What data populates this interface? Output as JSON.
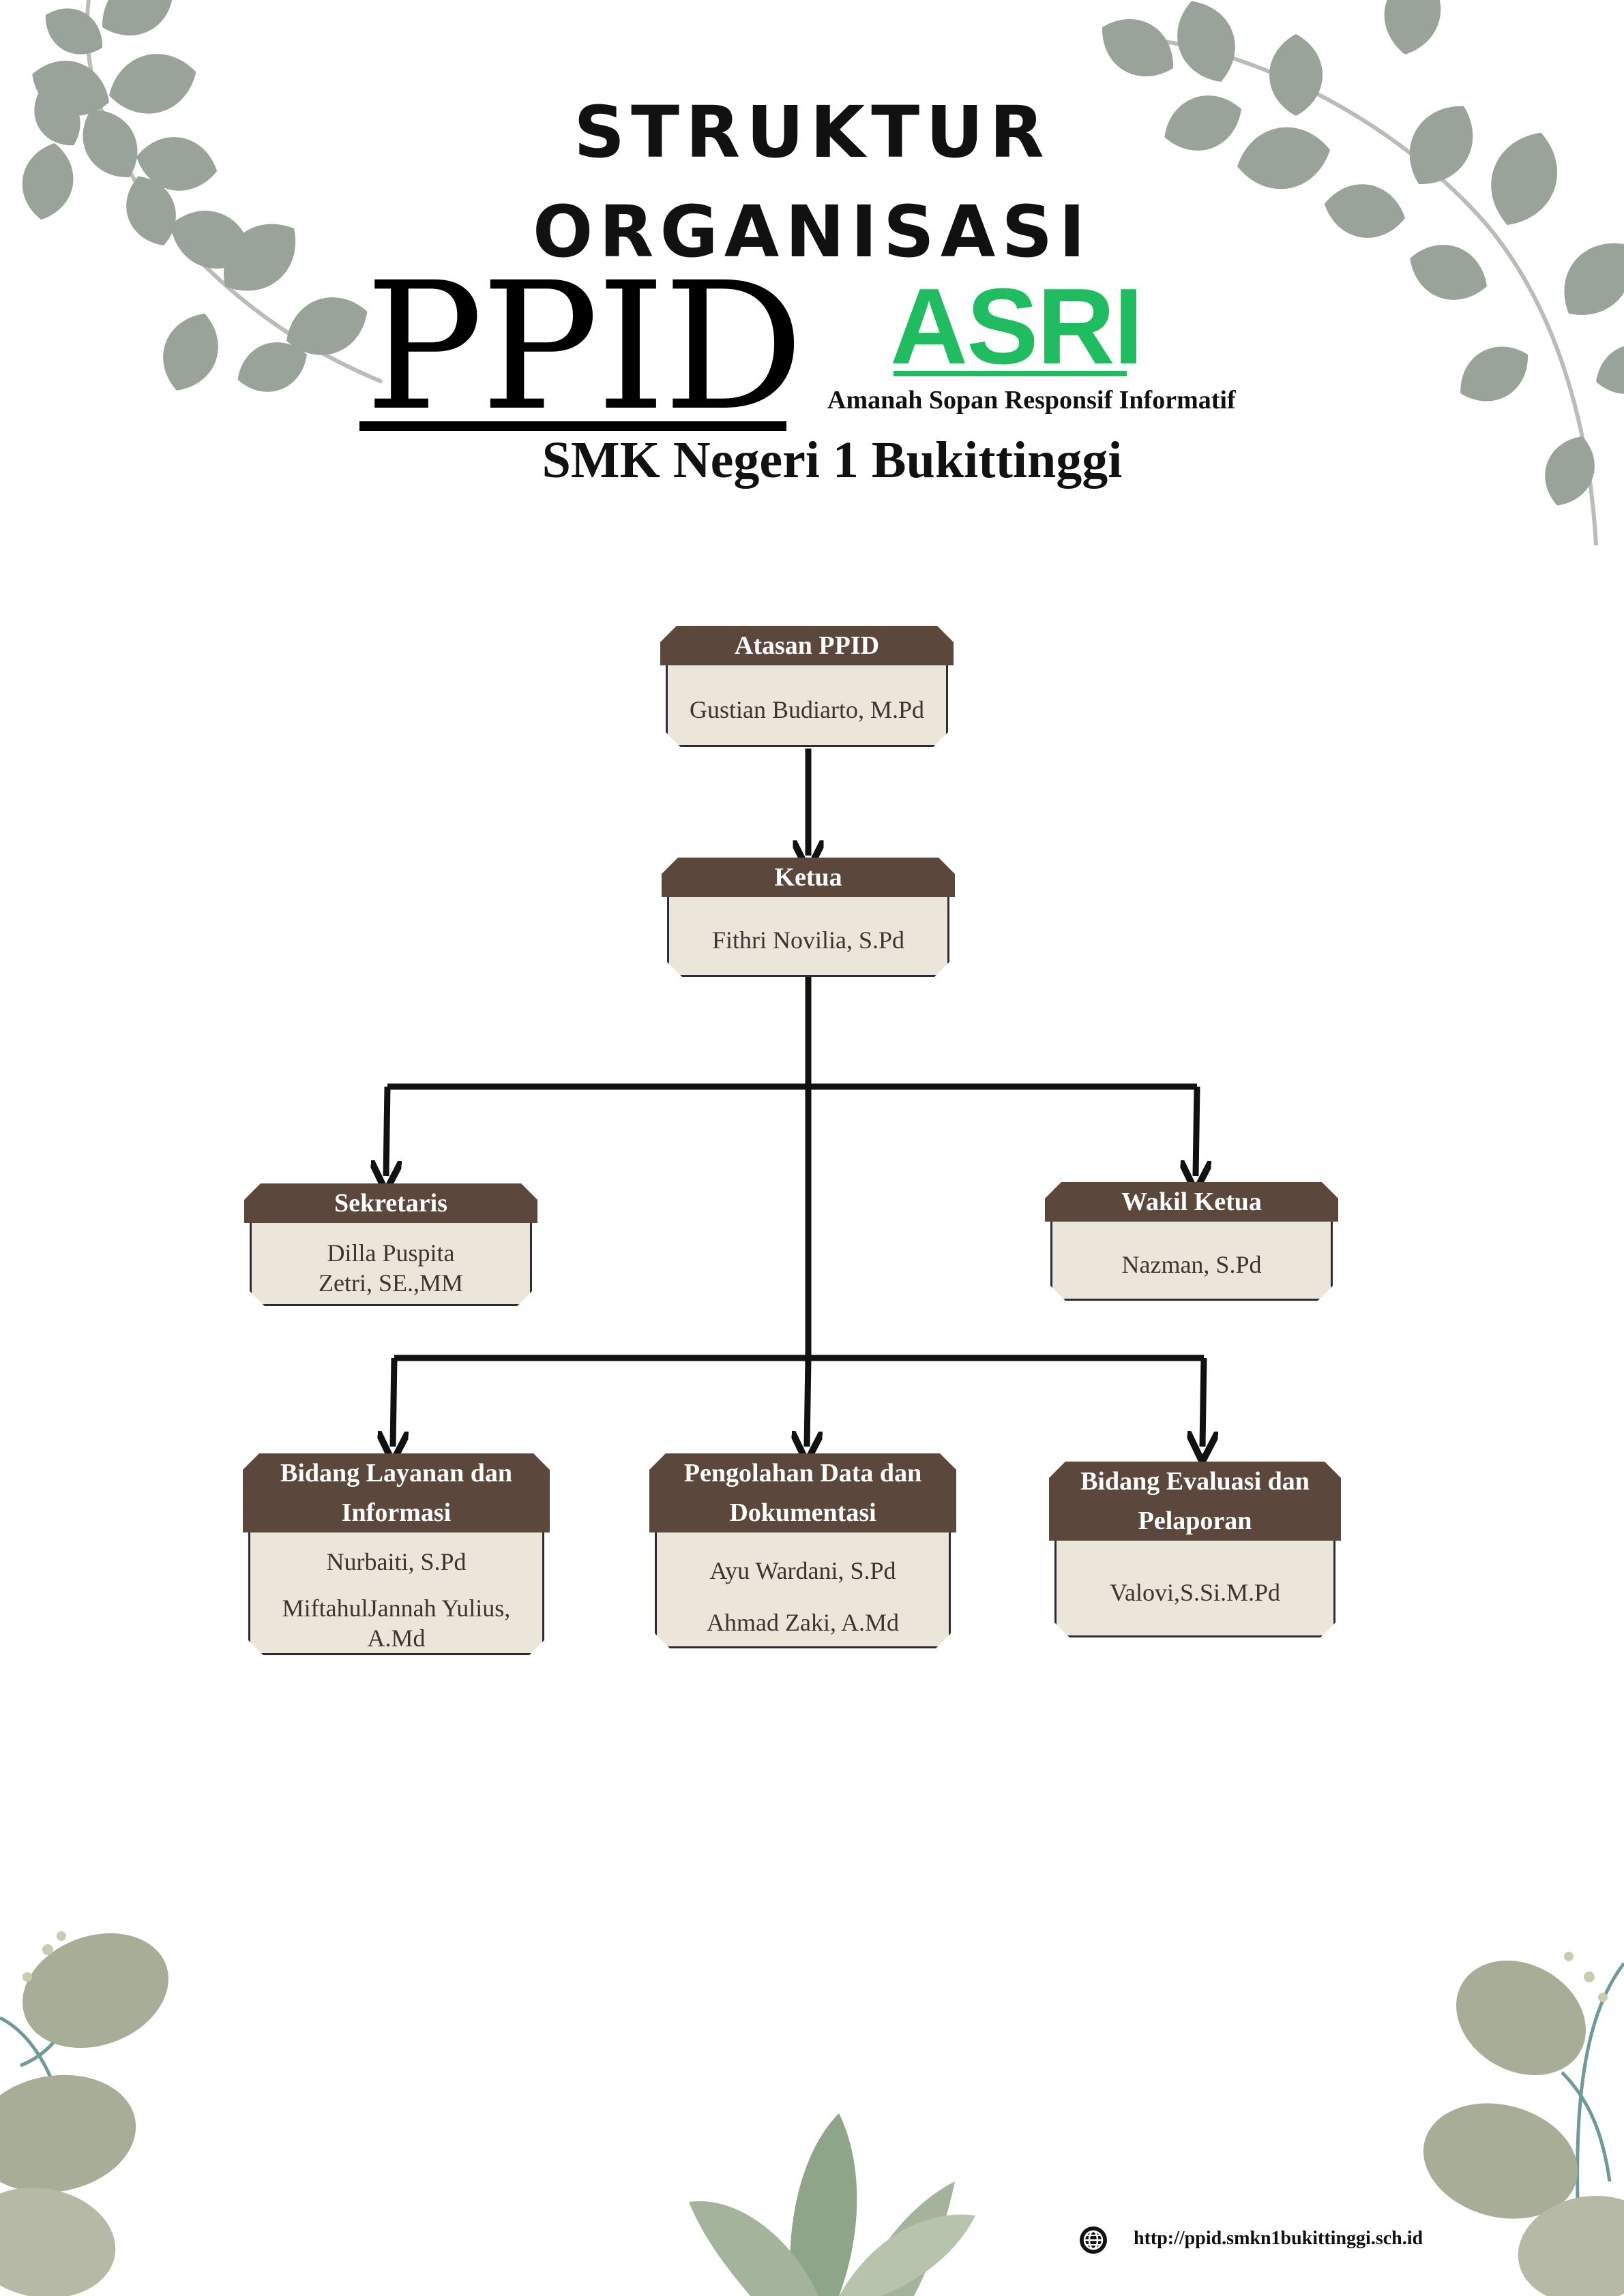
{
  "header": {
    "title_line1": "STRUKTUR",
    "title_line2": "ORGANISASI",
    "brand": "PPID",
    "brand_accent": "ASRI",
    "tagline": "Amanah Sopan Responsif Informatif",
    "institution": "SMK Negeri 1 Bukittinggi"
  },
  "org": {
    "atasan": {
      "title": "Atasan PPID",
      "names": [
        "Gustian Budiarto, M.Pd"
      ]
    },
    "ketua": {
      "title": "Ketua",
      "names": [
        "Fithri Novilia, S.Pd"
      ]
    },
    "sekretaris": {
      "title": "Sekretaris",
      "names": [
        "Dilla Puspita",
        "Zetri, SE.,MM"
      ]
    },
    "wakil": {
      "title": "Wakil Ketua",
      "names": [
        "Nazman, S.Pd"
      ]
    },
    "layanan": {
      "title_lines": [
        "Bidang Layanan dan",
        "Informasi"
      ],
      "names": [
        "Nurbaiti, S.Pd",
        "MiftahulJannah Yulius,",
        "A.Md"
      ]
    },
    "pengolahan": {
      "title_lines": [
        "Pengolahan Data dan",
        "Dokumentasi"
      ],
      "names": [
        "Ayu Wardani, S.Pd",
        "Ahmad Zaki, A.Md"
      ]
    },
    "evaluasi": {
      "title_lines": [
        "Bidang Evaluasi dan",
        "Pelaporan"
      ],
      "names": [
        "Valovi,S.Si.M.Pd"
      ]
    }
  },
  "footer": {
    "url": "http://ppid.smkn1bukittinggi.sch.id"
  },
  "colors": {
    "header_fill": "#5b473c",
    "body_fill": "#ece6da",
    "accent_green": "#1fbd60",
    "leaf": "#9aa39a"
  },
  "icons": {
    "footer": "globe-icon"
  }
}
